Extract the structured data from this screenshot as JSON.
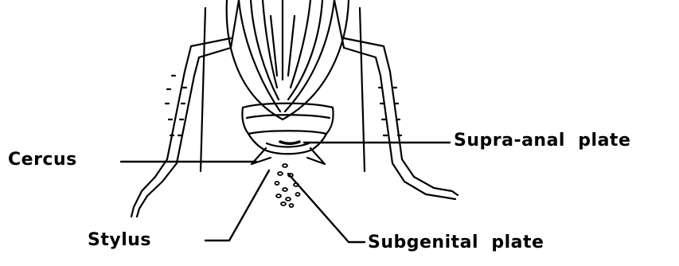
{
  "diagram": {
    "labels": {
      "cercus": "Cercus",
      "supra_anal_plate": "Supra-anal  plate",
      "stylus": "Stylus",
      "subgenital_plate": "Subgenital  plate"
    },
    "colors": {
      "ink": "#000000",
      "background": "#ffffff"
    }
  }
}
